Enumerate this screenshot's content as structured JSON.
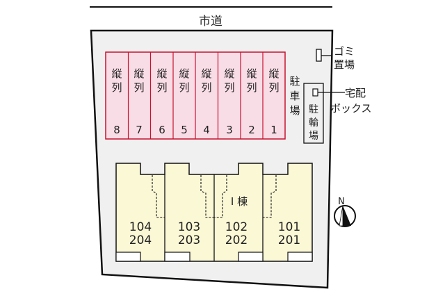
{
  "road": {
    "label": "市道"
  },
  "colors": {
    "site_fill": "#f0f0f0",
    "parking_fill": "#f9dde6",
    "parking_border": "#c8102e",
    "building_fill": "#fbf8d6",
    "line": "#111111"
  },
  "parking": {
    "label": "駐車場",
    "stall_text": "縦列",
    "stalls": [
      {
        "num": "8"
      },
      {
        "num": "7"
      },
      {
        "num": "6"
      },
      {
        "num": "5"
      },
      {
        "num": "4"
      },
      {
        "num": "3"
      },
      {
        "num": "2"
      },
      {
        "num": "1"
      }
    ]
  },
  "facilities": {
    "garbage": "ゴミ置場",
    "garbage_lines": [
      "ゴミ",
      "置場"
    ],
    "delivery_box_lines": [
      "宅配",
      "ボックス"
    ],
    "bicycle_parking": "駐輪場"
  },
  "building": {
    "name": "I 棟",
    "units": [
      {
        "upper": "104",
        "lower": "204"
      },
      {
        "upper": "103",
        "lower": "203"
      },
      {
        "upper": "102",
        "lower": "202"
      },
      {
        "upper": "101",
        "lower": "201"
      }
    ]
  },
  "compass": {
    "label": "N"
  }
}
